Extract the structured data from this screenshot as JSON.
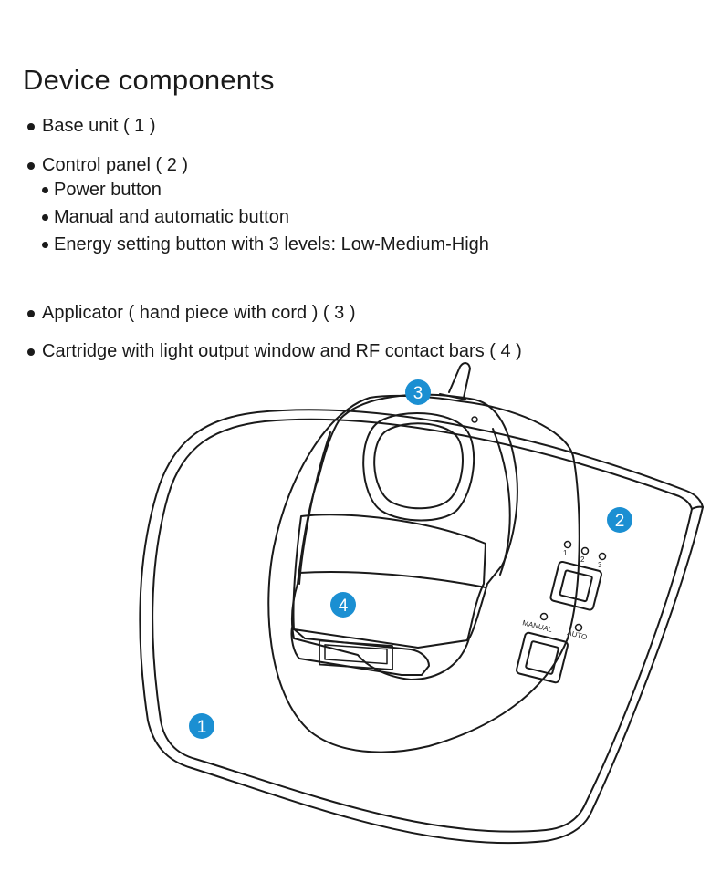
{
  "title": "Device components",
  "components": [
    {
      "label": "Base unit ( 1 )"
    },
    {
      "label": "Control panel  ( 2 )",
      "sub_items": [
        "Power button",
        "Manual and automatic button",
        "Energy setting button with 3 levels: Low-Medium-High"
      ]
    },
    {
      "label": "Applicator ( hand piece with cord ) ( 3 )"
    },
    {
      "label": "Cartridge with light output window and RF contact bars ( 4 )"
    }
  ],
  "diagram": {
    "callouts": [
      "1",
      "2",
      "3",
      "4"
    ],
    "energy_level_labels": [
      "1",
      "2",
      "3"
    ],
    "mode_labels": {
      "manual": "MANUAL",
      "auto": "AUTO"
    }
  },
  "colors": {
    "callout": "#1b8fd2",
    "line": "#1a1a1a",
    "text": "#1a1a1a"
  }
}
